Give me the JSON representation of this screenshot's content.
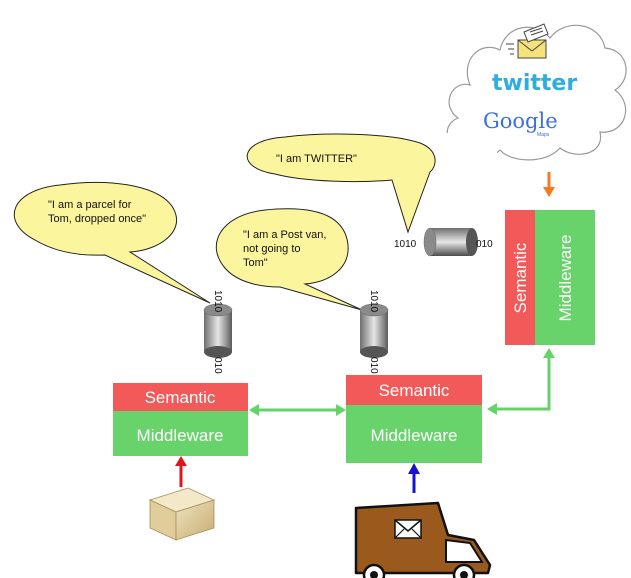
{
  "bubbles": {
    "parcel": {
      "lines": [
        "\"I am a parcel for",
        "Tom, dropped once\""
      ]
    },
    "van": {
      "lines": [
        "\"I am a Post van,",
        "not going to",
        "Tom\""
      ]
    },
    "twitter": {
      "lines": [
        "\"I am TWITTER\""
      ]
    }
  },
  "nodes": {
    "left": {
      "semantic": "Semantic",
      "middleware": "Middleware"
    },
    "center": {
      "semantic": "Semantic",
      "middleware": "Middleware"
    },
    "right": {
      "semantic": "Semantic",
      "middleware": "Middleware"
    }
  },
  "cloud": {
    "twitter_logo": "twitter",
    "google_logo": "Google",
    "google_sub": "Maps"
  },
  "cylinders": {
    "left_bits": [
      "1010",
      "010"
    ],
    "center_bits": [
      "1010",
      "010"
    ],
    "right_bits": [
      "1010",
      "010"
    ]
  },
  "colors": {
    "semantic": "#f25a5a",
    "middleware": "#67d36a",
    "link": "#66d36a",
    "bubble": "#fbf59e",
    "arrow_parcel": "#e0141b",
    "arrow_van": "#1414d0",
    "arrow_cloud": "#f47a20"
  },
  "icons": [
    "mail-icon",
    "parcel-box-icon",
    "post-van-icon",
    "envelope-icon"
  ]
}
